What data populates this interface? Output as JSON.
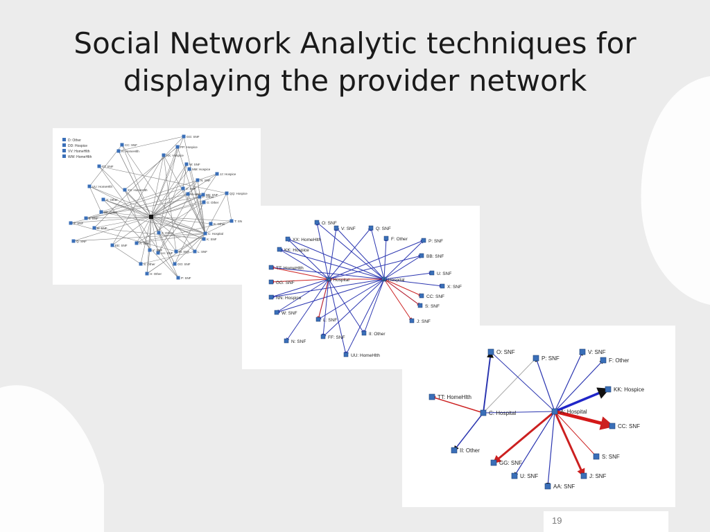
{
  "slide": {
    "title_line1": "Social Network Analytic techniques for",
    "title_line2": "displaying the provider network",
    "page_number": "19"
  },
  "colors": {
    "background": "#ececec",
    "node": "#3a6fb8",
    "blue_edge": "#2a35b0",
    "red_edge": "#cc2020",
    "gray_edge": "#555555"
  },
  "network1": {
    "legend": [
      "D: Other",
      "DD: Hospice",
      "VV: HomeHlth",
      "WW: HomeHlth"
    ],
    "nodes": [
      "GG: SNF",
      "CC: SNF",
      "PP: Hospice",
      "R: HomeHlth",
      "KK: Hospice",
      "W: SNF",
      "MM: Hospice",
      "JJ: Hospice",
      "N: SNF",
      "TT: SNF",
      "UU: HomeHlth",
      "XX: HomeHlth",
      "QQ: Hospice",
      "BB: SNF",
      "F: Other",
      "G: Other",
      "O: SNF",
      "II: Other",
      "T: SNF",
      "E: Other",
      "C: Hospital",
      "K: SNF",
      "L: SNF",
      "AA: SNF",
      "OO: SNF",
      "S: Other",
      "H: Other",
      "P: SNF",
      "M: SNF",
      "Y: SNF",
      "A: SNF",
      "EE: SNF",
      "Q: SNF",
      "B: SNF",
      "ZZ: Other",
      "J: SNF",
      "X: Other",
      "Z: SNF",
      "V: SNF"
    ]
  },
  "network2": {
    "nodes": [
      {
        "id": "n2-o",
        "label": "O: SNF"
      },
      {
        "id": "n2-v",
        "label": "V: SNF"
      },
      {
        "id": "n2-q",
        "label": "Q: SNF"
      },
      {
        "id": "n2-xx",
        "label": "XX: HomeHlth"
      },
      {
        "id": "n2-f",
        "label": "F: Other"
      },
      {
        "id": "n2-p",
        "label": "P: SNF"
      },
      {
        "id": "n2-kk",
        "label": "KK: Hospice"
      },
      {
        "id": "n2-bb",
        "label": "BB: SNF"
      },
      {
        "id": "n2-tt",
        "label": "TT: HomeHlth"
      },
      {
        "id": "n2-u",
        "label": "U: SNF"
      },
      {
        "id": "n2-c",
        "label": "C: Hospital"
      },
      {
        "id": "n2-a",
        "label": "A: Hospital"
      },
      {
        "id": "n2-gg",
        "label": "GG: SNF"
      },
      {
        "id": "n2-x",
        "label": "X: SNF"
      },
      {
        "id": "n2-cc",
        "label": "CC: SNF"
      },
      {
        "id": "n2-nn",
        "label": "NN: Hospice"
      },
      {
        "id": "n2-s",
        "label": "S: SNF"
      },
      {
        "id": "n2-w",
        "label": "W: SNF"
      },
      {
        "id": "n2-l",
        "label": "L: SNF"
      },
      {
        "id": "n2-j",
        "label": "J: SNF"
      },
      {
        "id": "n2-ii",
        "label": "II: Other"
      },
      {
        "id": "n2-ff",
        "label": "FF: SNF"
      },
      {
        "id": "n2-n",
        "label": "N: SNF"
      },
      {
        "id": "n2-uu",
        "label": "UU: HomeHlth"
      }
    ]
  },
  "network3": {
    "nodes": [
      {
        "id": "n3-o",
        "label": "O: SNF"
      },
      {
        "id": "n3-p",
        "label": "P: SNF"
      },
      {
        "id": "n3-v",
        "label": "V: SNF"
      },
      {
        "id": "n3-f",
        "label": "F: Other"
      },
      {
        "id": "n3-kk",
        "label": "KK: Hospice"
      },
      {
        "id": "n3-tt",
        "label": "TT: HomeHlth"
      },
      {
        "id": "n3-c",
        "label": "C: Hospital"
      },
      {
        "id": "n3-a",
        "label": "A: Hospital"
      },
      {
        "id": "n3-cc",
        "label": "CC: SNF"
      },
      {
        "id": "n3-ii",
        "label": "II: Other"
      },
      {
        "id": "n3-s",
        "label": "S: SNF"
      },
      {
        "id": "n3-gg",
        "label": "GG: SNF"
      },
      {
        "id": "n3-j",
        "label": "J: SNF"
      },
      {
        "id": "n3-u",
        "label": "U: SNF"
      },
      {
        "id": "n3-aa",
        "label": "AA: SNF"
      }
    ]
  }
}
